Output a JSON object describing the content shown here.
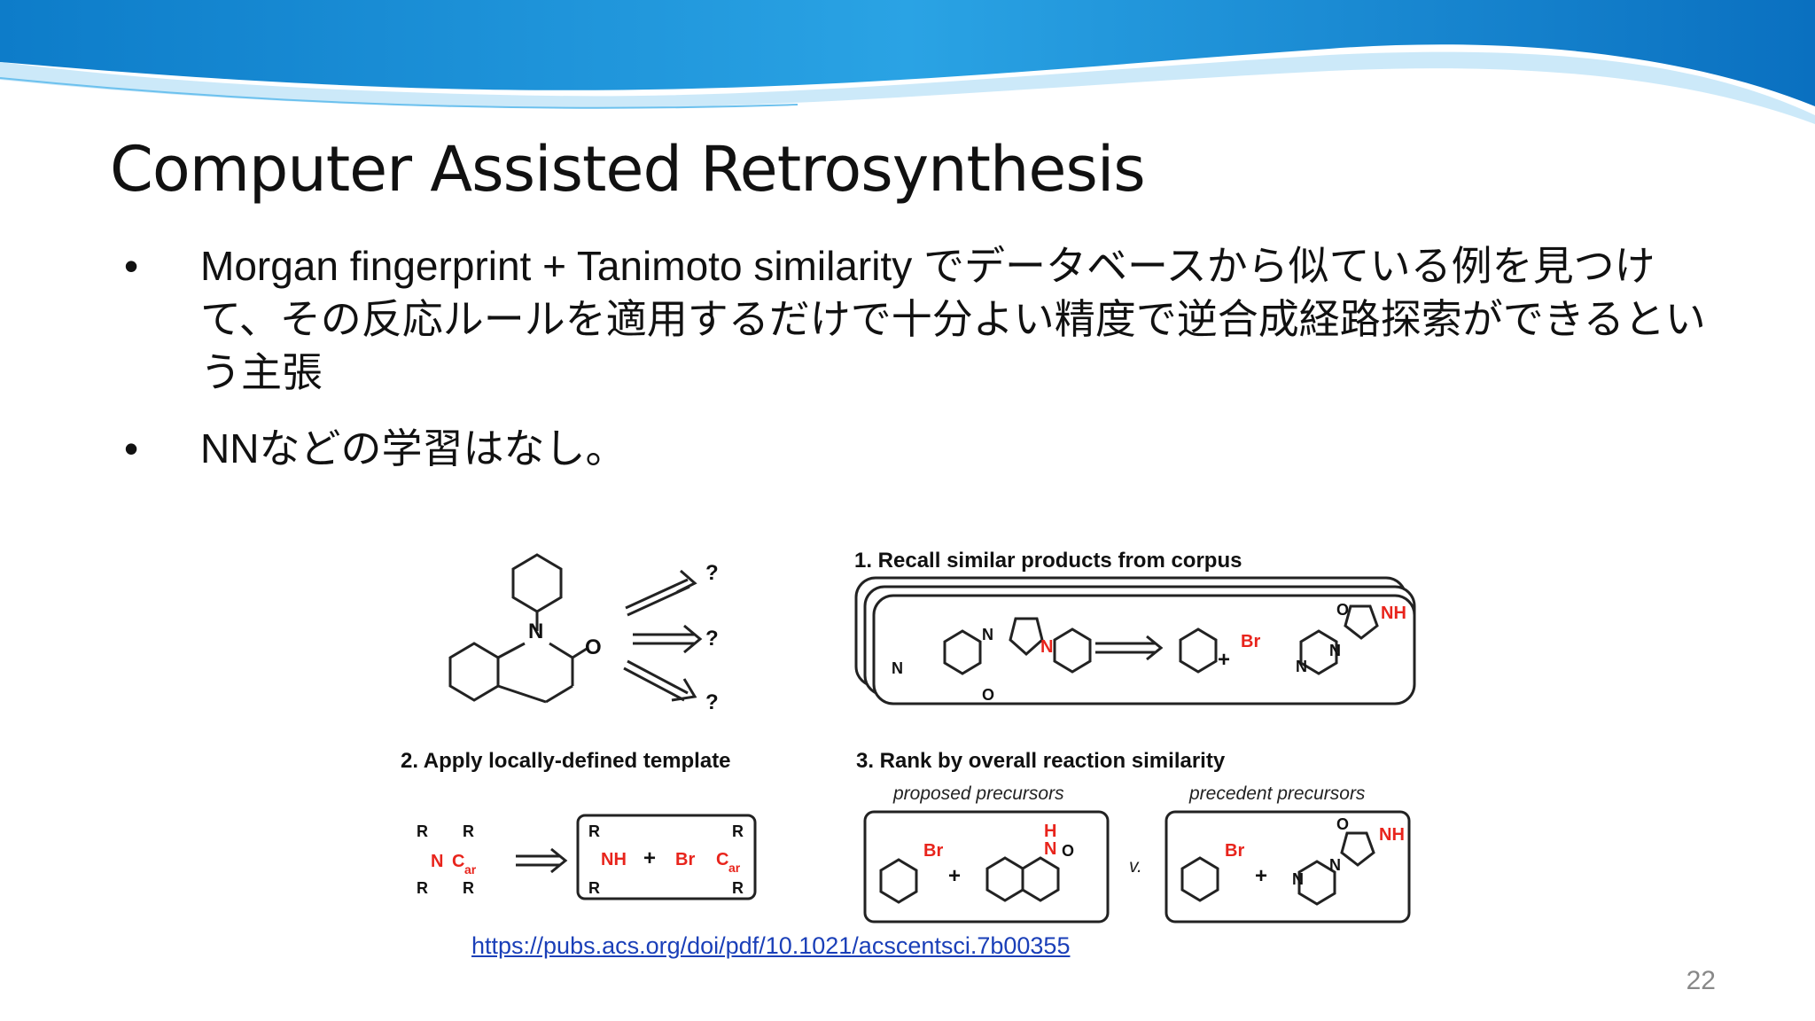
{
  "slide": {
    "title": "Computer Assisted Retrosynthesis",
    "bullets": [
      "Morgan fingerprint + Tanimoto similarity でデータベースから似ている例を見つけて、その反応ルールを適用するだけで十分よい精度で逆合成経路探索ができるという主張",
      "NNなどの学習はなし。"
    ],
    "bullet_marker": "•",
    "link": "https://pubs.acs.org/doi/pdf/10.1021/acscentsci.7b00355",
    "page_number": "22"
  },
  "figure": {
    "step1": "1. Recall similar products from corpus",
    "step2": "2. Apply locally-defined template",
    "step3": "3. Rank by overall reaction similarity",
    "proposed": "proposed precursors",
    "precedent": "precedent precursors",
    "versus": "v.",
    "question": "?",
    "plus": "+",
    "atom_N": "N",
    "atom_O": "O",
    "atom_Br": "Br",
    "atom_NH": "NH",
    "atom_H": "H",
    "atom_R": "R",
    "atom_C": "C",
    "atom_ar": "ar",
    "bond_dash": "−"
  },
  "colors": {
    "accent_red": "#e8241c",
    "wave_dark": "#1a8fd4",
    "wave_light": "#8fd0f2",
    "link": "#1a3fb8"
  }
}
